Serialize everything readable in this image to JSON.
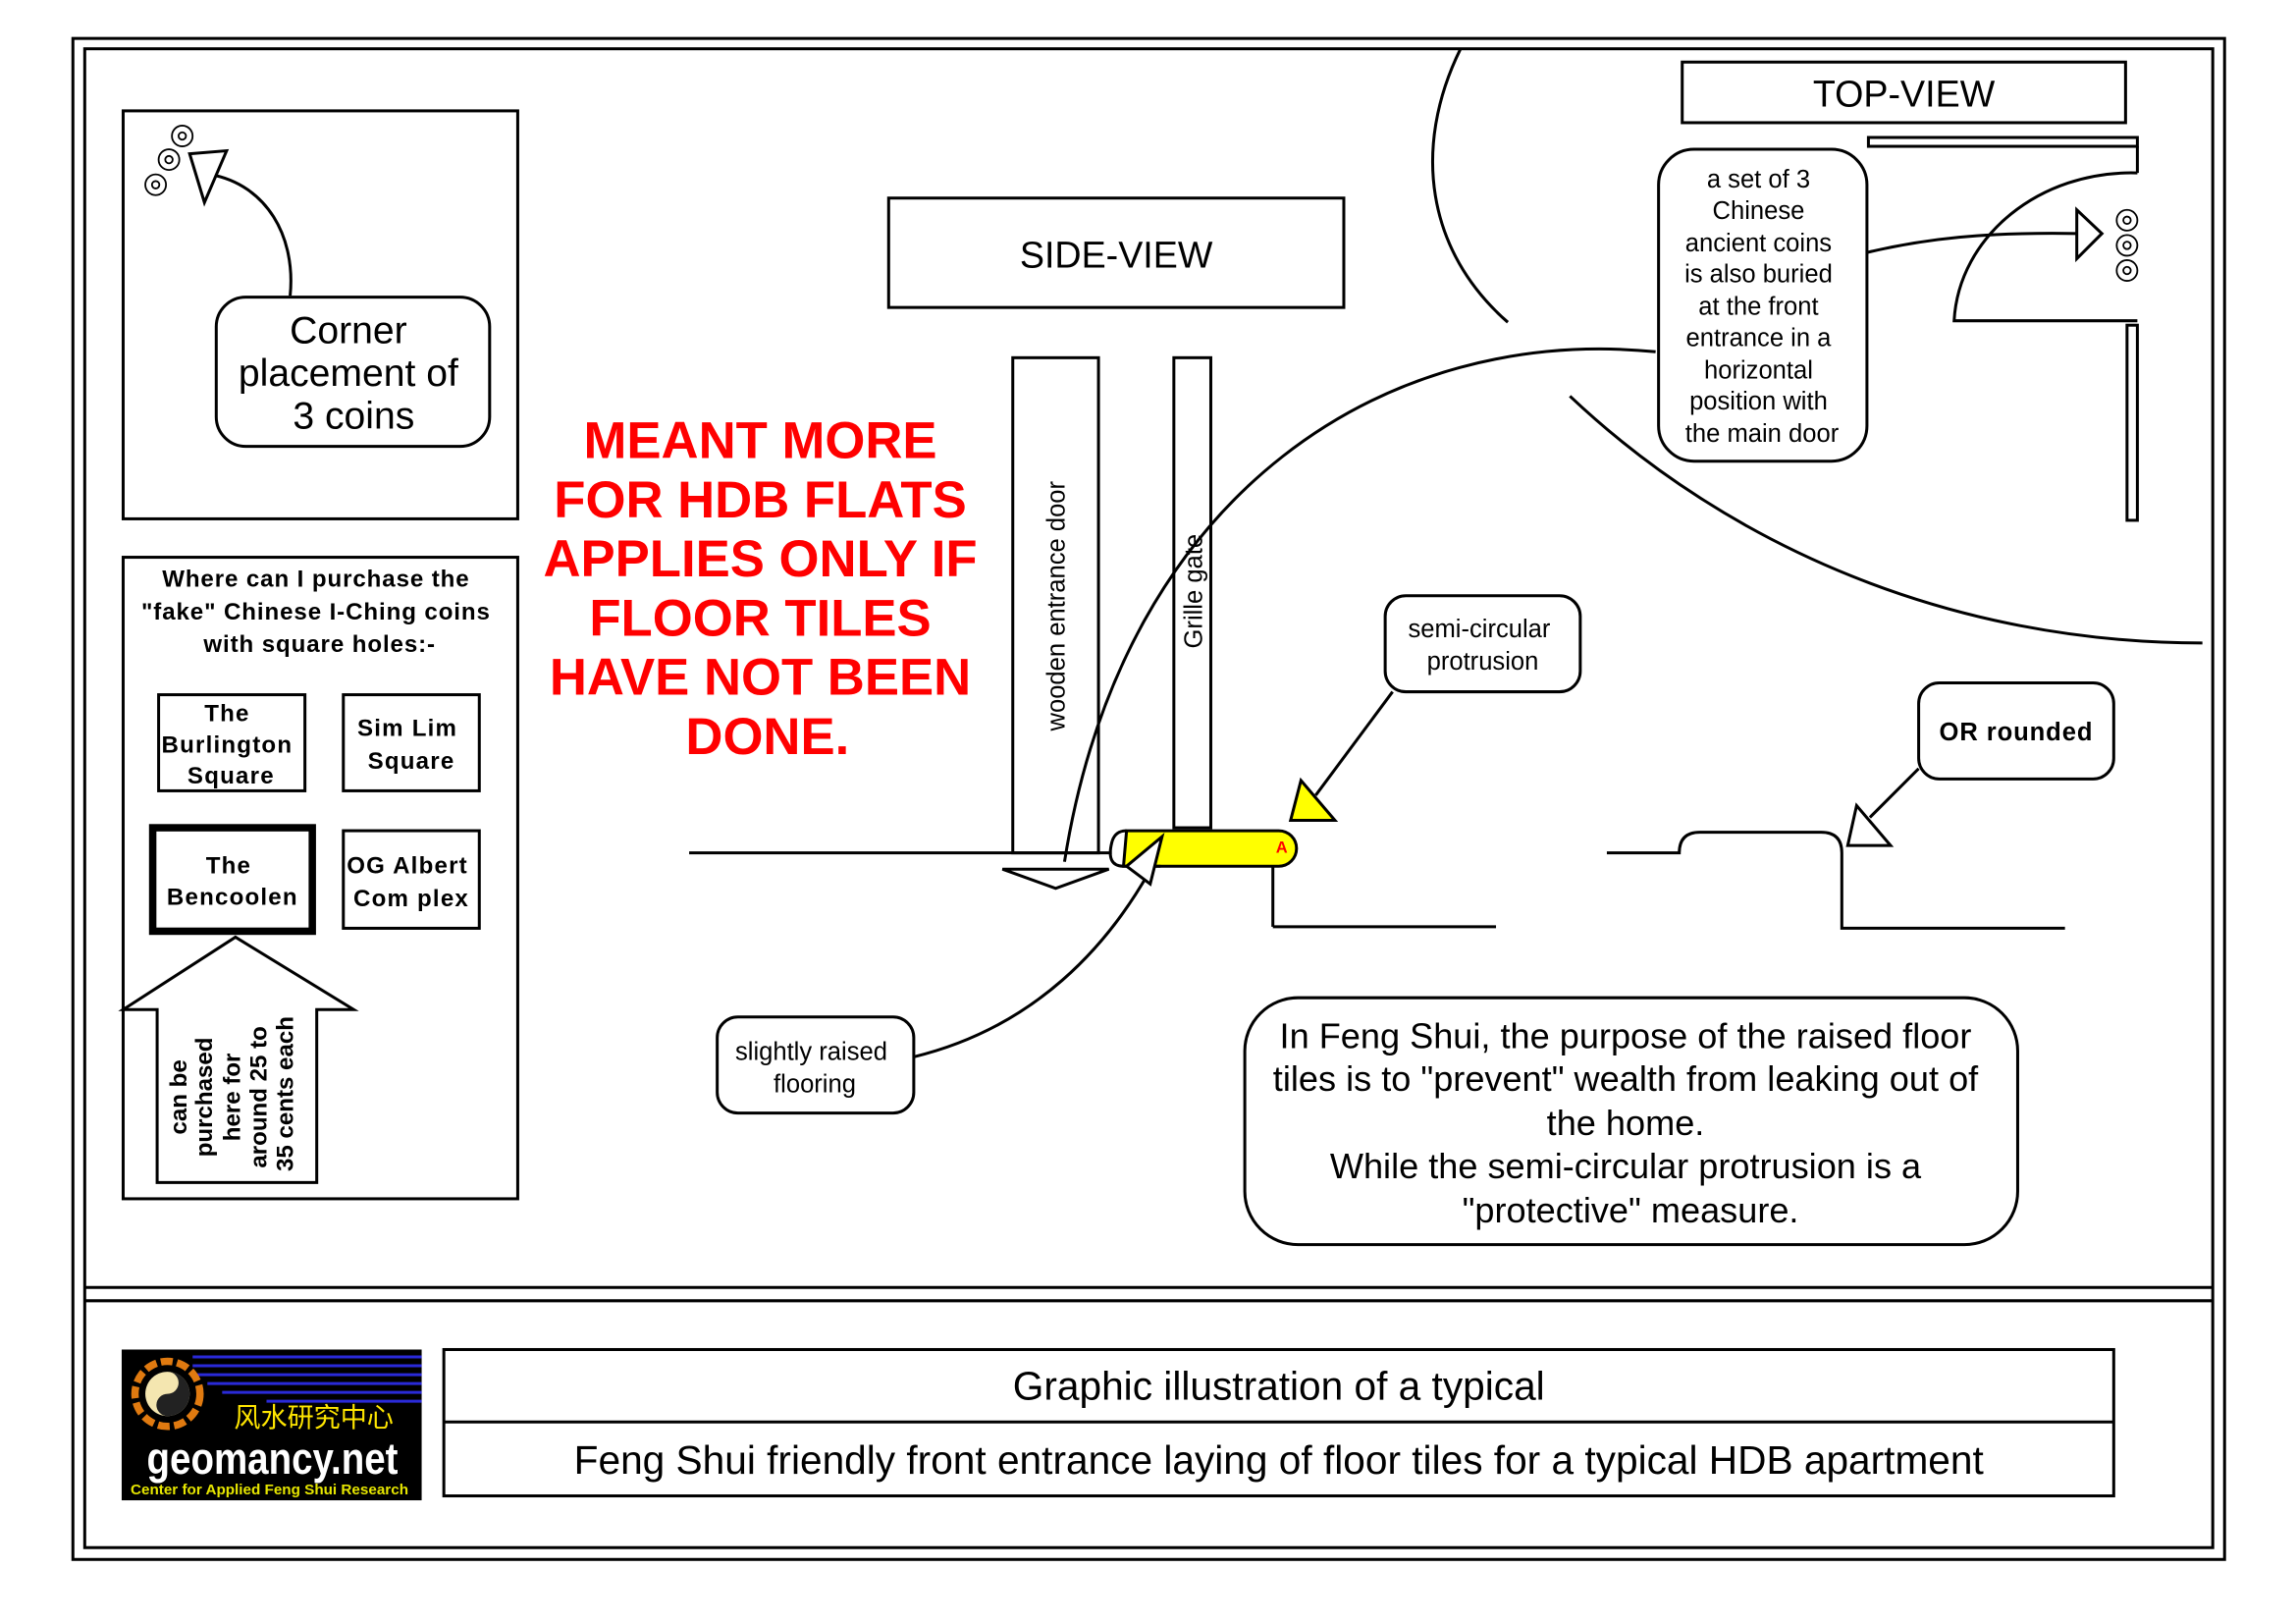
{
  "corner_box": {
    "label": [
      "Corner",
      "placement of",
      "3 coins"
    ]
  },
  "purchase": {
    "heading": [
      "Where can I purchase the",
      "\"fake\" Chinese I-Ching coins",
      "with square holes:-"
    ],
    "shops": [
      [
        "The",
        "Burlington",
        "Square"
      ],
      [
        "Sim Lim",
        "Square"
      ],
      [
        "The",
        "Bencoolen"
      ],
      [
        "OG Albert",
        "Com plex"
      ]
    ],
    "arrow_text": [
      "can be",
      "purchased",
      "here for",
      "around 25 to",
      "35 cents each"
    ]
  },
  "warning": [
    "MEANT MORE",
    "FOR HDB FLATS",
    "APPLIES ONLY IF",
    "FLOOR TILES",
    "HAVE NOT BEEN",
    "DONE."
  ],
  "side_view": {
    "title": "SIDE-VIEW",
    "door_label": "wooden entrance door",
    "gate_label": "Grille gate",
    "protrusion_label": [
      "semi-circular",
      "protrusion"
    ],
    "marker": "A",
    "raised_label": [
      "slightly raised",
      "flooring"
    ],
    "rounded_label": "OR rounded"
  },
  "top_view": {
    "title": "TOP-VIEW",
    "note": [
      "a set of 3",
      "Chinese",
      "ancient coins",
      "is also buried",
      "at the front",
      "entrance in a",
      "horizontal",
      "position with",
      "the main door"
    ]
  },
  "explanation": [
    "In Feng Shui, the purpose of the raised floor",
    "tiles is to \"prevent\" wealth from leaking out of",
    "the home.",
    "While the semi-circular protrusion is a",
    "\"protective\" measure."
  ],
  "footer": {
    "logo": {
      "chinese": "风水研究中心",
      "name": "geomancy.net",
      "tagline": "Center for Applied Feng Shui Research"
    },
    "caption_line1": "Graphic illustration of a typical",
    "caption_line2": "Feng Shui friendly front entrance laying of floor tiles for a  typical HDB apartment"
  },
  "colors": {
    "warning": "#ff0000",
    "highlight": "#ffff00"
  }
}
